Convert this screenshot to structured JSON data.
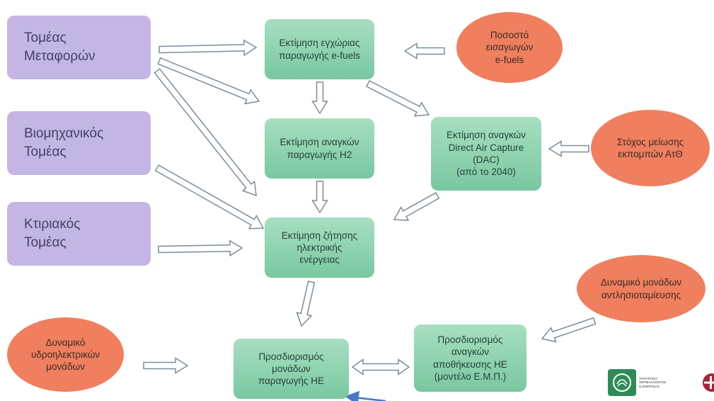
{
  "sectors": {
    "transport": "Τομέας\nΜεταφορών",
    "industrial": "Βιομηχανικός\nΤομέας",
    "buildings": "Κτιριακός\nΤομέας"
  },
  "steps": {
    "efuels": "Εκτίμηση εγχώριας\nπαραγωγής e-fuels",
    "h2": "Εκτίμηση αναγκών\nπαραγωγής Η2",
    "dac": "Εκτίμηση αναγκών\nDirect Air Capture\n(DAC)\n(από το 2040)",
    "electricity": "Εκτίμηση ζήτησης\nηλεκτρικής\nενέργειας",
    "storage": "Προσδιορισμός\nαναγκών\nαποθήκευσης ΗΕ\n(μοντέλο Ε.Μ.Π.)",
    "generation": "Προσδιορισμός\nμονάδων\nπαραγωγής ΗΕ"
  },
  "inputs": {
    "imports": "Ποσοστό\nεισαγωγών\ne-fuels",
    "ghg_target": "Στόχος μείωσης\nεκπομπών ΑτΘ",
    "pumped": "Δυναμικό μονάδων\nαντλησιοταμίευσης",
    "hydro": "Δυναμικό\nυδροηλεκτρικών\nμονάδων"
  },
  "logo": {
    "text": "ΥΠΟΥΡΓΕΙΟ\nΠΕΡΙΒΑΛΛΟΝΤΟΣ\n& ΕΝΕΡΓΕΙΑΣ"
  },
  "colors": {
    "sector": "#c3b6e4",
    "step": "#8fd4ae",
    "input": "#ef7f5e",
    "arrow": "#7d8c99",
    "blue_arrow": "#4a78c2"
  }
}
